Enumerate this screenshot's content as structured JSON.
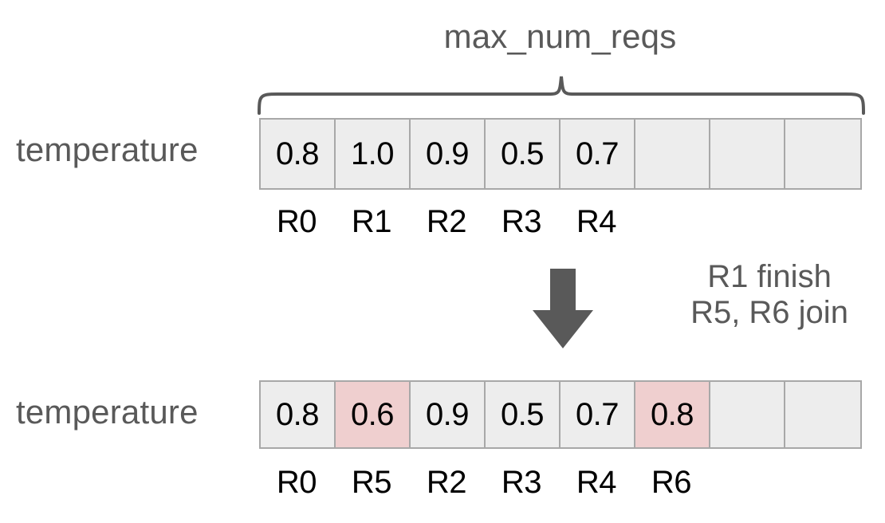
{
  "diagram": {
    "caption": "max_num_reqs",
    "arrow_icon": "down-arrow-icon",
    "colors": {
      "cell_fill": "#ededed",
      "cell_border": "#a8a8a8",
      "highlight_fill": "#efcfcf",
      "label_text": "#595959",
      "value_text": "#000000",
      "arrow": "#595959",
      "background": "#ffffff"
    },
    "before": {
      "label": "temperature",
      "capacity": 8,
      "values": [
        "0.8",
        "1.0",
        "0.9",
        "0.5",
        "0.7",
        "",
        "",
        ""
      ],
      "highlighted": [
        false,
        false,
        false,
        false,
        false,
        false,
        false,
        false
      ],
      "request_ids": [
        "R0",
        "R1",
        "R2",
        "R3",
        "R4",
        "",
        "",
        ""
      ]
    },
    "transition": {
      "lines": [
        "R1 finish",
        "R5, R6 join"
      ]
    },
    "after": {
      "label": "temperature",
      "capacity": 8,
      "values": [
        "0.8",
        "0.6",
        "0.9",
        "0.5",
        "0.7",
        "0.8",
        "",
        ""
      ],
      "highlighted": [
        false,
        true,
        false,
        false,
        false,
        true,
        false,
        false
      ],
      "request_ids": [
        "R0",
        "R5",
        "R2",
        "R3",
        "R4",
        "R6",
        "",
        ""
      ]
    }
  }
}
